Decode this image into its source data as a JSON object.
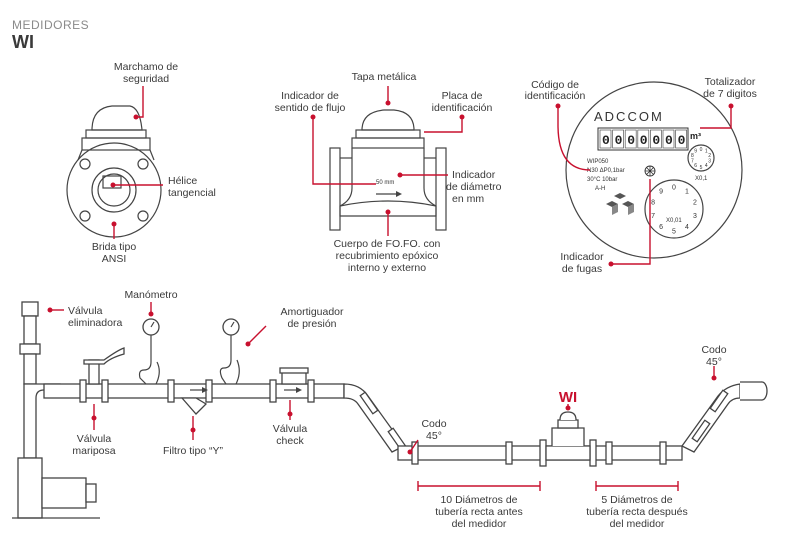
{
  "header": {
    "section": "MEDIDORES",
    "model": "WI"
  },
  "meter_side_view": {
    "labels": {
      "seal": [
        "Marchamo de",
        "seguridad"
      ],
      "impeller": [
        "Hélice",
        "tangencial"
      ],
      "flange": [
        "Brida tipo",
        "ANSI"
      ]
    }
  },
  "meter_front_view": {
    "labels": {
      "cover": "Tapa metálica",
      "flow_direction": [
        "Indicador de",
        "sentido de flujo"
      ],
      "nameplate": [
        "Placa de",
        "identificación"
      ],
      "diameter": [
        "Indicador",
        "de diámetro",
        "en mm"
      ],
      "body": [
        "Cuerpo de FO.FO. con",
        "recubrimiento epóxico",
        "interno y externo"
      ]
    },
    "plate_text": "50 mm"
  },
  "dial": {
    "labels": {
      "id_code": [
        "Código de",
        "identificación"
      ],
      "totalizer": [
        "Totalizador",
        "de 7 digitos"
      ],
      "leak": [
        "Indicador",
        "de fugas"
      ]
    },
    "brand": "ADCCOM",
    "digits": "0000000",
    "unit": "m³",
    "specs": [
      "WIP050",
      "N30  ΔP0,1bar",
      "30°C  10bar",
      "A-H"
    ],
    "sub_dial_multiplier": "X0,1",
    "main_dial_multiplier": "X0,01",
    "scale": [
      "0",
      "1",
      "2",
      "3",
      "4",
      "5",
      "6",
      "7",
      "8",
      "9"
    ]
  },
  "installation": {
    "labels": {
      "air_valve": [
        "Válvula",
        "eliminadora"
      ],
      "manometer": "Manómetro",
      "damper": [
        "Amortiguador",
        "de presión"
      ],
      "butterfly": [
        "Válvula",
        "mariposa"
      ],
      "y_filter": "Filtro tipo “Y”",
      "check_valve": [
        "Válvula",
        "check"
      ],
      "elbow_a": [
        "Codo",
        "45°"
      ],
      "elbow_b": [
        "Codo",
        "45°"
      ],
      "meter_tag": "WI",
      "upstream": [
        "10 Diámetros de",
        "tubería recta antes",
        "del medidor"
      ],
      "downstream": [
        "5 Diámetros de",
        "tubería recta después",
        "del medidor"
      ]
    }
  },
  "colors": {
    "accent": "#c8102e",
    "line": "#444444",
    "header": "#8a8a8a"
  }
}
